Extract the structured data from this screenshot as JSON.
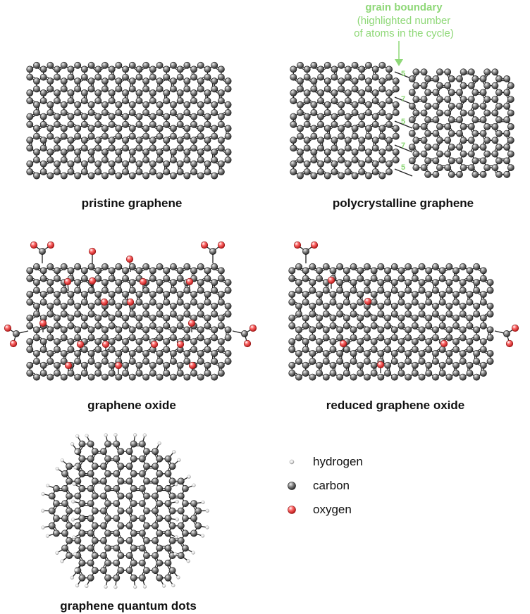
{
  "panels": {
    "pristine": "pristine graphene",
    "polycrystalline": "polycrystalline graphene",
    "oxide": "graphene oxide",
    "reduced": "reduced graphene oxide",
    "quantum": "graphene quantum dots"
  },
  "grain_boundary": {
    "title": "grain boundary",
    "note_line1": "(highlighted number",
    "note_line2": "of atoms in the cycle)",
    "ring_sizes": [
      "5",
      "7",
      "5",
      "7",
      "5"
    ]
  },
  "legend": {
    "hydrogen": "hydrogen",
    "carbon": "carbon",
    "oxygen": "oxygen"
  },
  "colors": {
    "carbon": "#6a6a6a",
    "oxygen": "#ef4a4a",
    "hydrogen": "#e0e0e0",
    "bond": "#222222",
    "annotation": "#8fd878"
  }
}
